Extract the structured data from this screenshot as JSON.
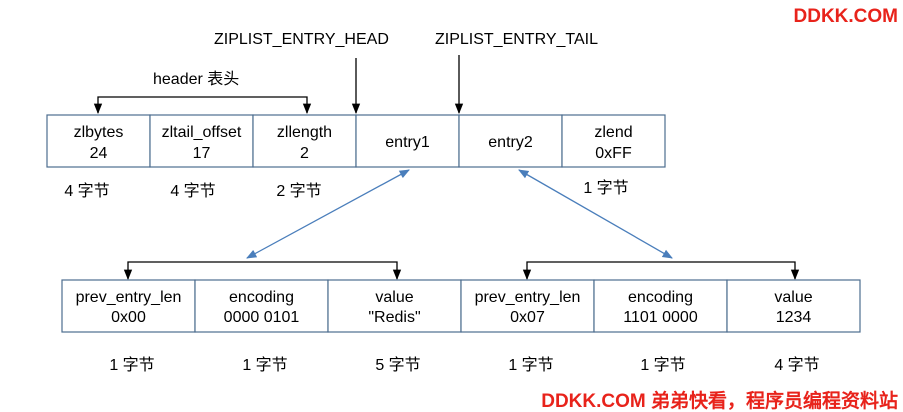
{
  "watermark_top": "DDKK.COM",
  "watermark_bottom": "DDKK.COM 弟弟快看，程序员编程资料站",
  "labels": {
    "entry_head": "ZIPLIST_ENTRY_HEAD",
    "entry_tail": "ZIPLIST_ENTRY_TAIL",
    "header": "header 表头"
  },
  "ziplist": [
    {
      "name": "zlbytes",
      "value": "24",
      "size": "4 字节"
    },
    {
      "name": "zltail_offset",
      "value": "17",
      "size": "4 字节"
    },
    {
      "name": "zllength",
      "value": "2",
      "size": "2 字节"
    },
    {
      "name": "entry1",
      "value": "",
      "size": ""
    },
    {
      "name": "entry2",
      "value": "",
      "size": ""
    },
    {
      "name": "zlend",
      "value": "0xFF",
      "size": "1 字节"
    }
  ],
  "entries": [
    {
      "name": "prev_entry_len",
      "value": "0x00",
      "size": "1 字节"
    },
    {
      "name": "encoding",
      "value": "0000 0101",
      "size": "1 字节"
    },
    {
      "name": "value",
      "value": "\"Redis\"",
      "size": "5 字节"
    },
    {
      "name": "prev_entry_len",
      "value": "0x07",
      "size": "1 字节"
    },
    {
      "name": "encoding",
      "value": "1101 0000",
      "size": "1 字节"
    },
    {
      "name": "value",
      "value": "1234",
      "size": "4 字节"
    }
  ],
  "colors": {
    "watermark": "#e8231b",
    "box_stroke": "#4d6d8f",
    "link_arrow": "#4a7ebb"
  }
}
